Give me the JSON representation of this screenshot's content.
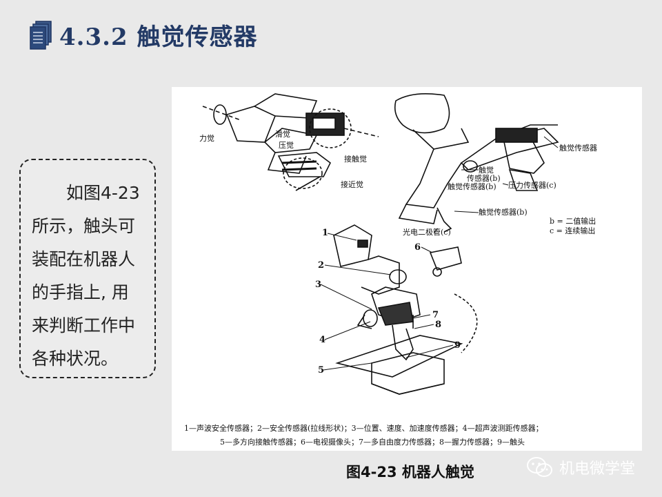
{
  "title": "4.3.2 触觉传感器",
  "text_lines": [
    "如图4-23",
    "所示，触头可",
    "装配在机器人",
    "的手指上, 用",
    "来判断工作中",
    "各种状况。"
  ],
  "caption": "图4-23 机器人触觉",
  "watermark": "机电微学堂",
  "figure": {
    "top_left_labels": {
      "force": "力觉",
      "slip": "滑觉",
      "pressure": "压觉",
      "contact": "接触觉",
      "proximity": "接近觉"
    },
    "top_right_labels": {
      "tactile_1": "触觉传感器",
      "tactile_b_a": "触觉",
      "tactile_b_b": "传感器(b)",
      "tactile_b2": "触觉传感器(b)",
      "pressure_c": "压力传感器(c)",
      "tactile_b3": "触觉传感器(b)",
      "photo": "光电二极管(c)",
      "legend_b": "b = 二值输出",
      "legend_c": "c = 连续输出"
    },
    "numbers": [
      "1",
      "2",
      "3",
      "4",
      "5",
      "6",
      "7",
      "8",
      "9"
    ],
    "legend_line1": "1—声波安全传感器；2—安全传感器(拉线形状)；3—位置、速度、加速度传感器；4—超声波测距传感器；",
    "legend_line2": "5—多方向接触传感器；6—电视摄像头；7—多自由度力传感器；8—握力传感器；9—触头"
  }
}
